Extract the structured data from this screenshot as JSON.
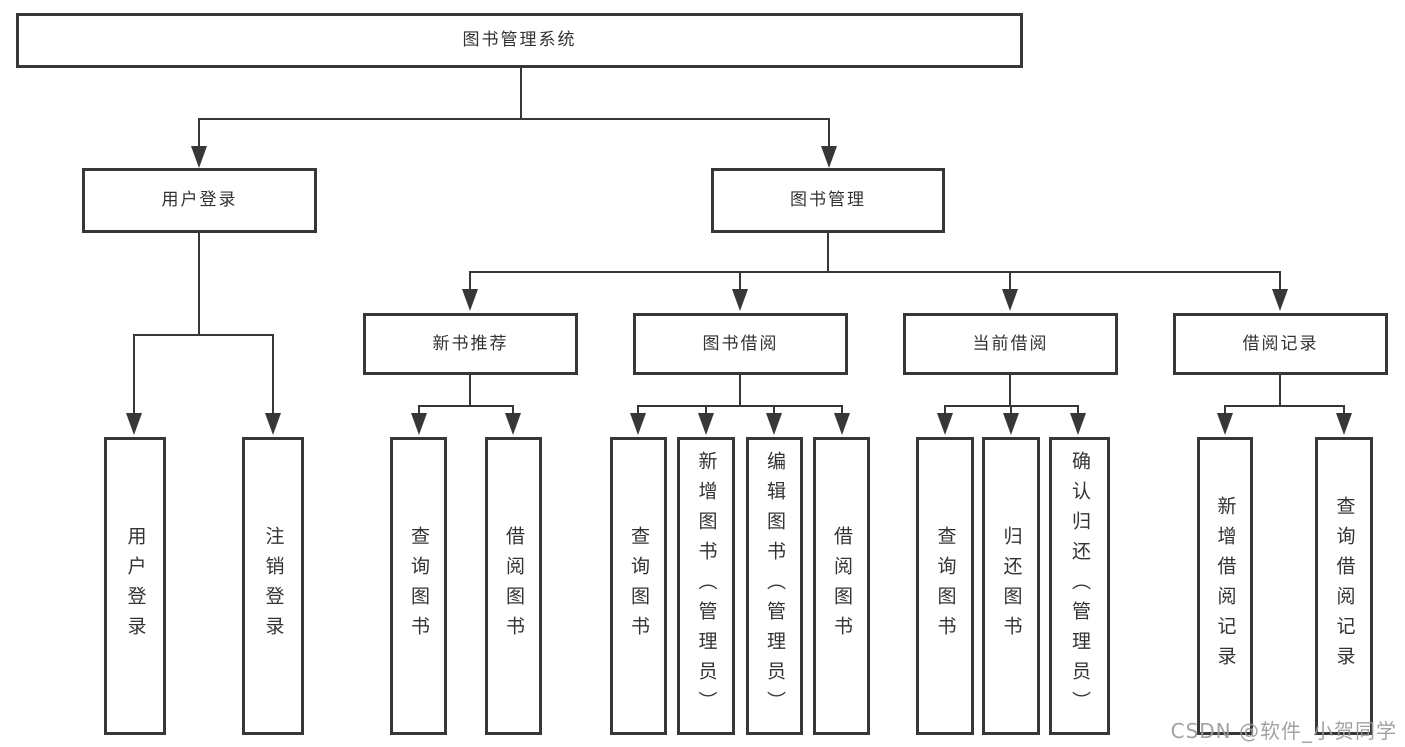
{
  "diagram": {
    "root": {
      "label": "图书管理系统"
    },
    "branches": [
      {
        "label": "用户登录",
        "children": [
          {
            "label": "用户登录"
          },
          {
            "label": "注销登录"
          }
        ]
      },
      {
        "label": "图书管理",
        "children": [
          {
            "label": "新书推荐",
            "children": [
              {
                "label": "查询图书"
              },
              {
                "label": "借阅图书"
              }
            ]
          },
          {
            "label": "图书借阅",
            "children": [
              {
                "label": "查询图书"
              },
              {
                "label": "新增图书（管理员）"
              },
              {
                "label": "编辑图书（管理员）"
              },
              {
                "label": "借阅图书"
              }
            ]
          },
          {
            "label": "当前借阅",
            "children": [
              {
                "label": "查询图书"
              },
              {
                "label": "归还图书"
              },
              {
                "label": "确认归还（管理员）"
              }
            ]
          },
          {
            "label": "借阅记录",
            "children": [
              {
                "label": "新增借阅记录"
              },
              {
                "label": "查询借阅记录"
              }
            ]
          }
        ]
      }
    ]
  },
  "watermark": {
    "text": "CSDN @软件_小贺同学"
  },
  "colors": {
    "line": "#373737",
    "text": "#333333",
    "background": "#ffffff",
    "watermark": "#9b9b9b"
  }
}
